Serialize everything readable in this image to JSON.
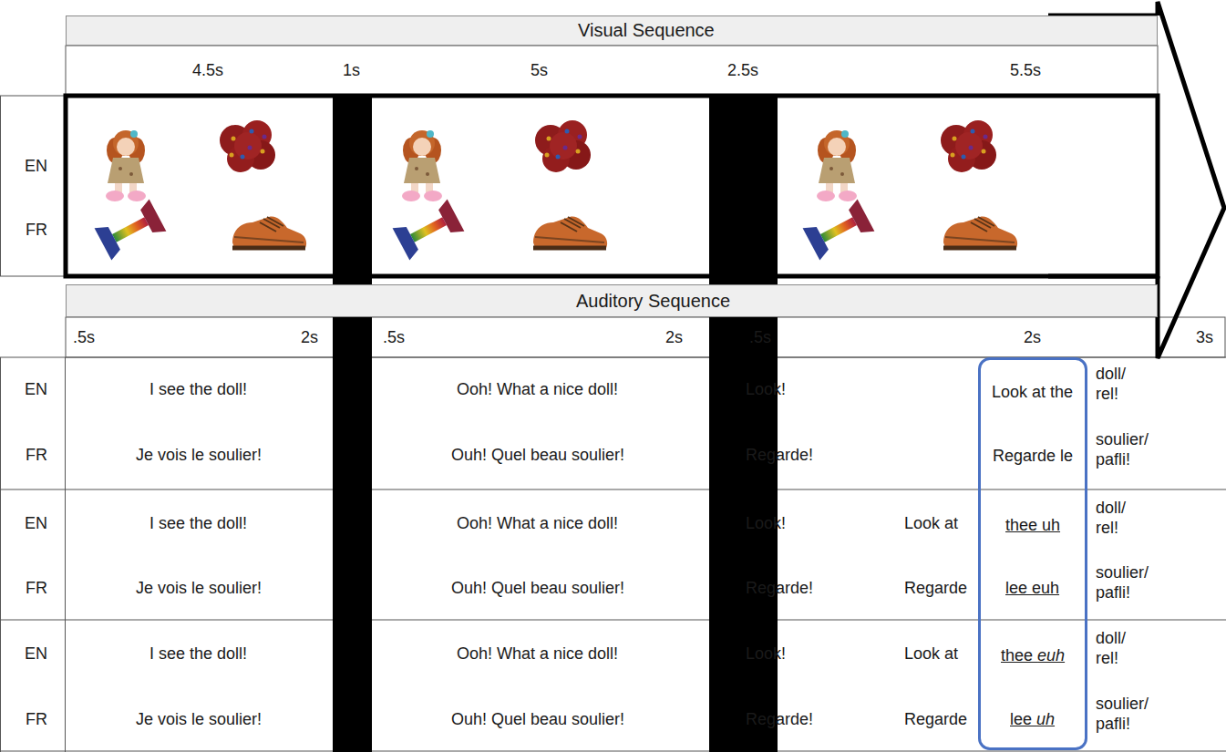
{
  "diagram": {
    "nodes": [
      {
        "text": [
          "Visual Sequence"
        ]
      },
      {
        "text": [
          "Auditory Sequence"
        ]
      },
      {
        "text": [
          "Look at the",
          "Regarde le",
          "thee uh",
          "lee euh",
          "thee euh",
          "lee uh"
        ]
      }
    ],
    "labels": [
      "4.5s",
      "1s",
      "5s",
      "2.5s",
      "5.5s",
      "EN",
      "FR",
      ".5s",
      "2s",
      ".5s",
      "2s",
      ".5s",
      "2s",
      "3s",
      "EN",
      "I see the doll!",
      "Ooh! What a nice doll!",
      "Look!",
      "doll/ rel!",
      "FR",
      "Je vois le soulier!",
      "Ouh! Quel beau soulier!",
      "Regarde!",
      "soulier/ pafli!",
      "EN",
      "I see the doll!",
      "Ooh! What a nice doll!",
      "Look!",
      "Look at",
      "doll/ rel!",
      "FR",
      "Je vois le soulier!",
      "Ouh! Quel beau soulier!",
      "Regarde!",
      "Regarde",
      "soulier/ pafli!",
      "EN",
      "I see the doll!",
      "Ooh! What a nice doll!",
      "Look!",
      "Look at",
      "doll/ rel!",
      "FR",
      "Je vois le soulier!",
      "Ouh! Quel beau soulier!",
      "Regarde!",
      "Regarde",
      "soulier/ pafli!"
    ]
  }
}
